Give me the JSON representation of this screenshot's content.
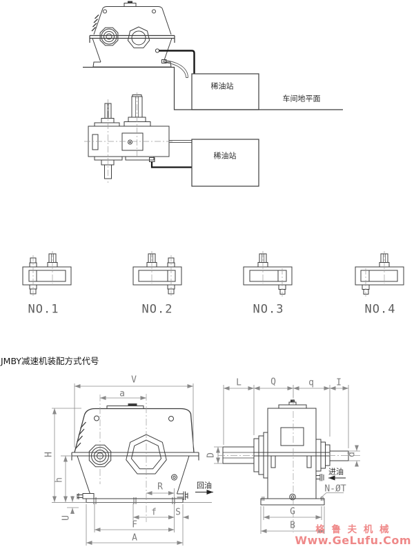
{
  "installation": {
    "oil_station_front": "稀油站",
    "oil_station_top": "稀油站",
    "ground_level": "车间地平面"
  },
  "assembly": {
    "heading": "JMBY减速机装配方式代号",
    "variants": [
      {
        "label": "NO.1"
      },
      {
        "label": "NO.2"
      },
      {
        "label": "NO.3"
      },
      {
        "label": "NO.4"
      }
    ]
  },
  "front_view_dims": {
    "V": "V",
    "a": "a",
    "H": "H",
    "h": "h",
    "U": "U",
    "R": "R",
    "f": "f",
    "S": "S",
    "F": "F",
    "A": "A",
    "oil_return": "回油"
  },
  "side_view_dims": {
    "L": "L",
    "Q": "Q",
    "q": "q",
    "I": "I",
    "D": "D",
    "d": "d",
    "G": "G",
    "B": "B",
    "oil_inlet": "进油",
    "bolt_holes": "N-ØT"
  },
  "watermark": {
    "brand": "格 鲁 夫 机 械",
    "site": "Www.GeLufu.Com",
    "color": "#ef8989"
  },
  "colors": {
    "outline": "#3c3c3c",
    "dimension": "#8a8a8a",
    "annotation": "#222222"
  }
}
